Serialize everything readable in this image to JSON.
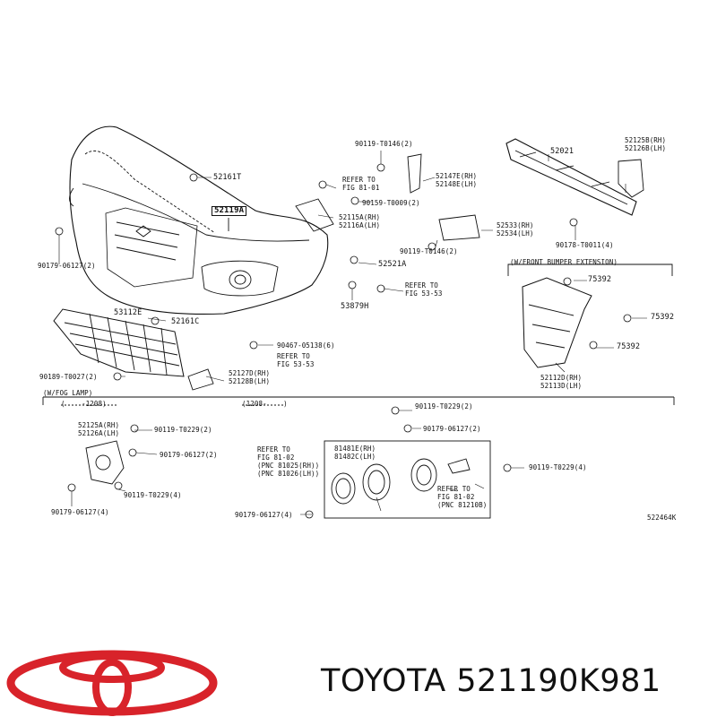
{
  "brand": {
    "name": "TOYOTA",
    "part_number": "521190K981"
  },
  "diagram": {
    "figure_code": "522464K",
    "section_labels": {
      "fog_lamp": "(W/FOG LAMP)",
      "front_bumper_extension": "(W/FRONT BUMPER EXTENSION)",
      "range_a": "(    -1208)",
      "range_b": "(1208-    )"
    },
    "highlighted_part": "52119A",
    "labels": [
      {
        "id": "l01",
        "text": "90119-T0146(2)"
      },
      {
        "id": "l02",
        "text": "52161T"
      },
      {
        "id": "l03",
        "text": "REFER TO\nFIG 81-01"
      },
      {
        "id": "l04",
        "text": "52147E(RH)\n52148E(LH)"
      },
      {
        "id": "l05",
        "text": "90159-T0009(2)"
      },
      {
        "id": "l06",
        "text": "52115A(RH)\n52116A(LH)"
      },
      {
        "id": "l07",
        "text": "90119-T0146(2)"
      },
      {
        "id": "l08",
        "text": "52533(RH)\n52534(LH)"
      },
      {
        "id": "l09",
        "text": "52521A"
      },
      {
        "id": "l10",
        "text": "REFER TO\nFIG 53-53"
      },
      {
        "id": "l11",
        "text": "53879H"
      },
      {
        "id": "l12",
        "text": "52021"
      },
      {
        "id": "l13",
        "text": "52125B(RH)\n52126B(LH)"
      },
      {
        "id": "l14",
        "text": "90178-T0011(4)"
      },
      {
        "id": "l15",
        "text": "90179-06127(2)"
      },
      {
        "id": "l16",
        "text": "53112E"
      },
      {
        "id": "l17",
        "text": "52161C"
      },
      {
        "id": "l18",
        "text": "90467-05138(6)"
      },
      {
        "id": "l19",
        "text": "REFER TO\nFIG 53-53"
      },
      {
        "id": "l20",
        "text": "90189-T0027(2)"
      },
      {
        "id": "l21",
        "text": "52127D(RH)\n52128B(LH)"
      },
      {
        "id": "l22",
        "text": "75392"
      },
      {
        "id": "l23",
        "text": "75392"
      },
      {
        "id": "l24",
        "text": "75392"
      },
      {
        "id": "l25",
        "text": "52112D(RH)\n52113D(LH)"
      },
      {
        "id": "l26",
        "text": "52125A(RH)\n52126A(LH)"
      },
      {
        "id": "l27",
        "text": "90119-T0229(2)"
      },
      {
        "id": "l28",
        "text": "90179-06127(2)"
      },
      {
        "id": "l29",
        "text": "90119-T0229(4)"
      },
      {
        "id": "l30",
        "text": "90179-06127(4)"
      },
      {
        "id": "l31",
        "text": "90119-T0229(2)"
      },
      {
        "id": "l32",
        "text": "90179-06127(2)"
      },
      {
        "id": "l33",
        "text": "REFER TO\nFIG 81-02\n(PNC 81025(RH))\n(PNC 81026(LH))"
      },
      {
        "id": "l34",
        "text": "81481E(RH)\n81482C(LH)"
      },
      {
        "id": "l35",
        "text": "REFER TO\nFIG 81-02\n(PNC 81210B)"
      },
      {
        "id": "l36",
        "text": "90119-T0229(4)"
      },
      {
        "id": "l37",
        "text": "90179-06127(4)"
      }
    ]
  },
  "colors": {
    "logo_red": "#d8232a",
    "ink": "#111111"
  }
}
